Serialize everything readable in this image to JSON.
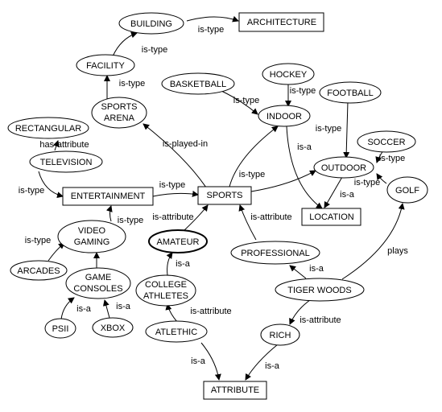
{
  "nodes": {
    "architecture": "ARCHITECTURE",
    "building": "BUILDING",
    "facility": "FACILITY",
    "sports_arena": [
      "SPORTS",
      "ARENA"
    ],
    "basketball": "BASKETBALL",
    "hockey": "HOCKEY",
    "football": "FOOTBALL",
    "indoor": "INDOOR",
    "soccer": "SOCCER",
    "outdoor": "OUTDOOR",
    "golf": "GOLF",
    "location": "LOCATION",
    "rectangular": "RECTANGULAR",
    "television": "TELEVISION",
    "entertainment": "ENTERTAINMENT",
    "sports": "SPORTS",
    "video_gaming": [
      "VIDEO",
      "GAMING"
    ],
    "amateur": "AMATEUR",
    "professional": "PROFESSIONAL",
    "arcades": "ARCADES",
    "game_consoles": [
      "GAME",
      "CONSOLES"
    ],
    "college_athletes": [
      "COLLEGE",
      "ATHLETES"
    ],
    "tiger_woods": "TIGER WOODS",
    "psii": "PSII",
    "xbox": "XBOX",
    "atletic": "ATLETHIC",
    "rich": "RICH",
    "attribute": "ATTRIBUTE"
  },
  "edges": {
    "building_architecture": "is-type",
    "facility_building": "is-type",
    "arena_facility": "is-type",
    "basketball_indoor": "is-type",
    "hockey_indoor": "is-type",
    "football_outdoor": "is-type",
    "indoor_location": "is-a",
    "sports_arena": "is-played-in",
    "sports_indoor": "is-type",
    "soccer_outdoor": "is-type",
    "outdoor_location": "is-a",
    "golf_outdoor": "is-type",
    "rectangular_television": "has-attribute",
    "television_entertainment": "is-type",
    "entertainment_sports": "is-type",
    "video_entertainment": "is-type",
    "amateur_sports": "is-attribute",
    "professional_sports": "is-attribute",
    "arcades_video": "is-type",
    "consoles_video": "",
    "college_amateur": "is-a",
    "tiger_professional": "is-a",
    "tiger_golf": "plays",
    "psii_consoles": "is-a",
    "xbox_consoles": "is-a",
    "atletic_college": "is-attribute",
    "tiger_rich": "is-attribute",
    "atletic_attribute": "is-a",
    "rich_attribute": "is-a"
  }
}
